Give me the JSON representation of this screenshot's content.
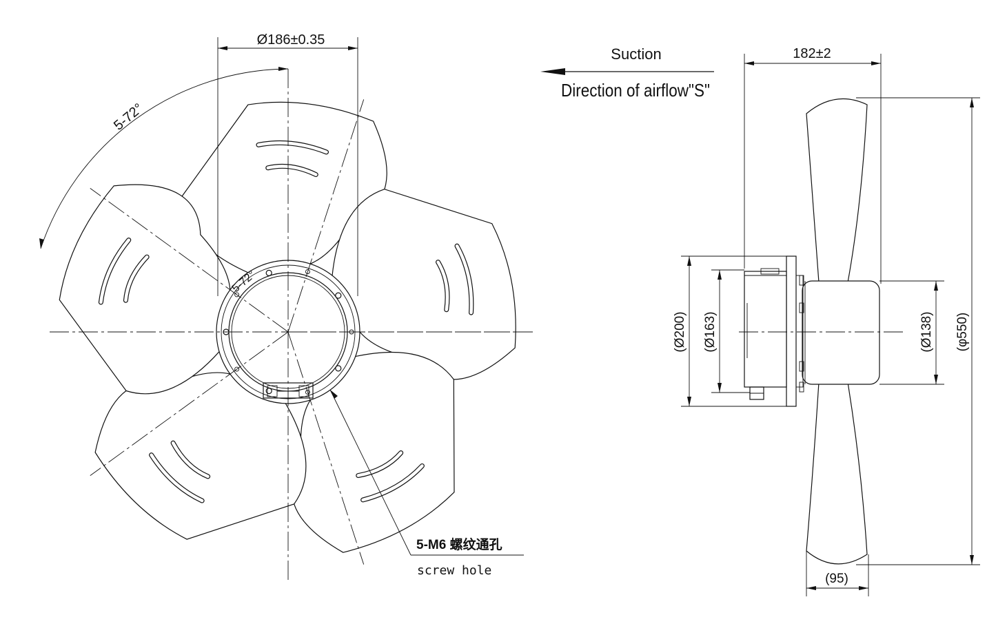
{
  "front_view": {
    "hub_diameter_label": "Ø186±0.35",
    "blade_pitch_label": "5-72°",
    "hole_pitch_label": "5-72°",
    "screw_hole_label_cn": "5-M6 螺纹通孔",
    "screw_hole_label_en": "screw hole"
  },
  "airflow": {
    "suction_label": "Suction",
    "direction_label": "Direction of airflow\"S\""
  },
  "side_view": {
    "depth_label": "182±2",
    "flange_diameter_label": "(Ø200)",
    "pilot_diameter_label": "(Ø163)",
    "motor_diameter_label": "(Ø138)",
    "fan_diameter_label": "(φ550)",
    "blade_width_label": "(95)"
  }
}
